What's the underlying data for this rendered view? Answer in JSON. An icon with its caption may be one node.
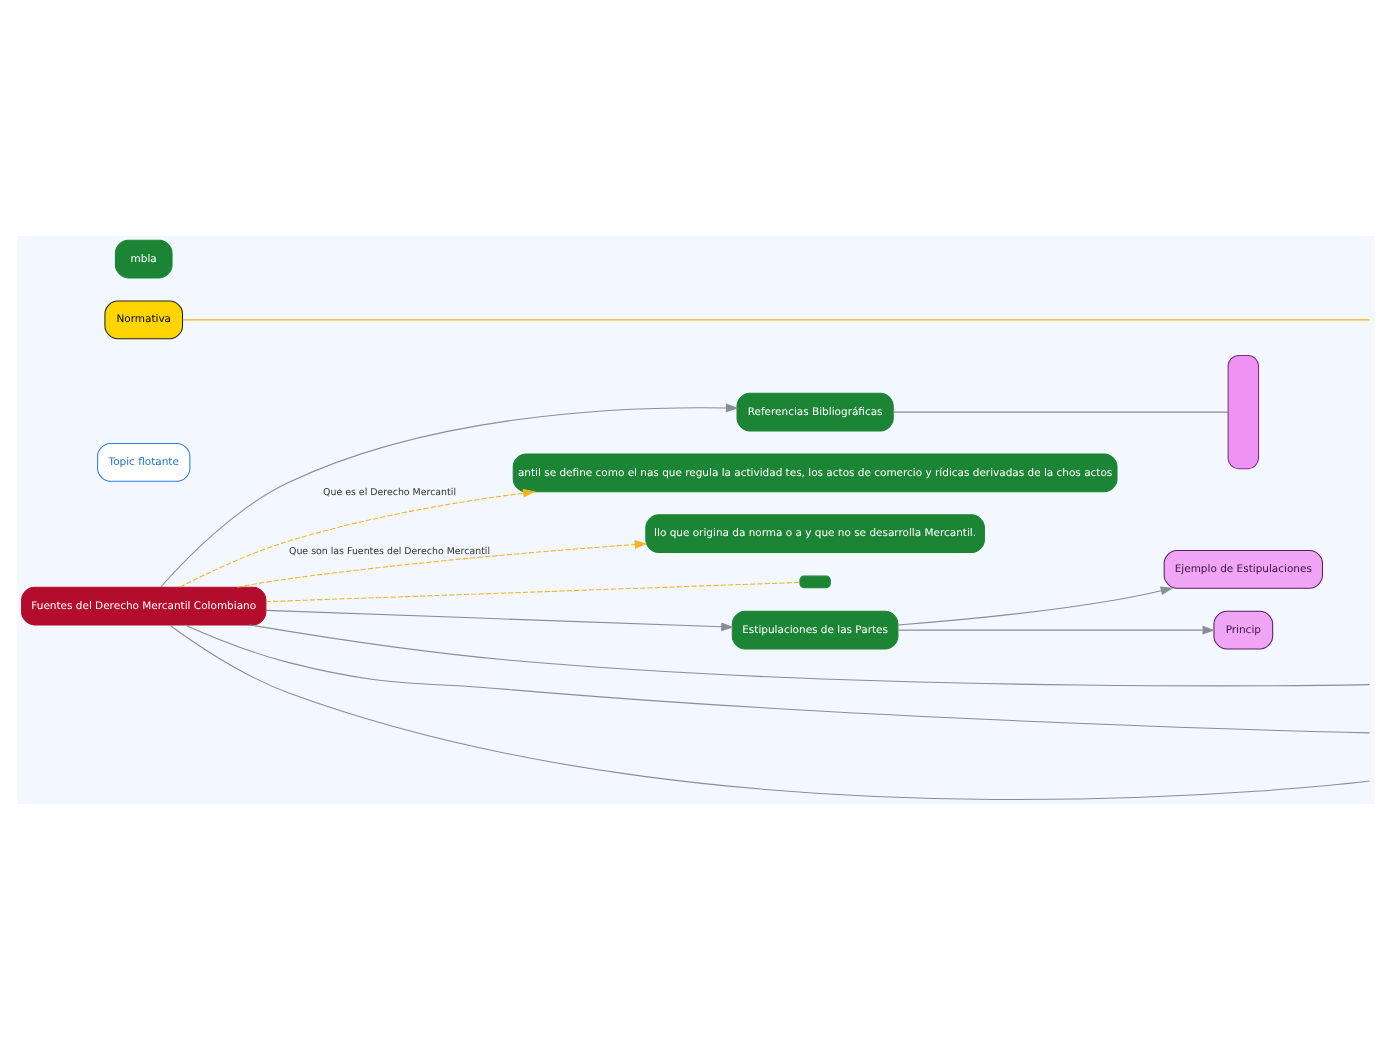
{
  "diagram": {
    "nodes": [
      {
        "text": [
          "Fuentes del Derecho Mercantil Colombiano"
        ]
      },
      {
        "text": [
          "Topic flotante"
        ]
      },
      {
        "text": [
          "Referencias Bibliográficas"
        ]
      },
      {
        "text": [],
        "shape": "box"
      },
      {
        "text": [
          "antil se define como el nas que regula la actividad tes, los actos de comercio y rídicas derivadas de la chos actos"
        ]
      },
      {
        "text": [
          "llo que origina da norma o a y que no se desarrolla Mercantil."
        ]
      },
      {
        "text": [],
        "shape": "box"
      },
      {
        "text": [
          "Normativa"
        ]
      },
      {
        "text": [
          "mbla"
        ]
      },
      {
        "text": [
          "Estipulaciones de las Partes"
        ]
      },
      {
        "text": [
          "Ejemplo de Estipulaciones"
        ]
      },
      {
        "text": [
          "Princip"
        ]
      }
    ],
    "edges": [
      {
        "from": 0,
        "to": 4,
        "arrow": "to",
        "label": "Que es el Derecho Mercantil",
        "style": "dashed",
        "color": "#f5b320"
      },
      {
        "from": 0,
        "to": 5,
        "arrow": "to",
        "label": "Que son las Fuentes del Derecho Mercantil",
        "style": "dashed",
        "color": "#f5b320"
      },
      {
        "from": 0,
        "to": 6,
        "arrow": "none",
        "style": "dashed",
        "color": "#f5b320"
      },
      {
        "from": 0,
        "to": 2,
        "arrow": "to"
      },
      {
        "from": 2,
        "to": 3,
        "arrow": "none"
      },
      {
        "from": 0,
        "to": null,
        "arrow": "none"
      },
      {
        "from": 0,
        "to": null,
        "arrow": "none"
      },
      {
        "from": 0,
        "to": null,
        "arrow": "none"
      },
      {
        "from": null,
        "to": 7,
        "arrow": "none",
        "color": "#f5b320"
      },
      {
        "from": 0,
        "to": 9,
        "arrow": "to"
      },
      {
        "from": 9,
        "to": 10,
        "arrow": "to"
      },
      {
        "from": 9,
        "to": 11,
        "arrow": "to"
      }
    ]
  }
}
